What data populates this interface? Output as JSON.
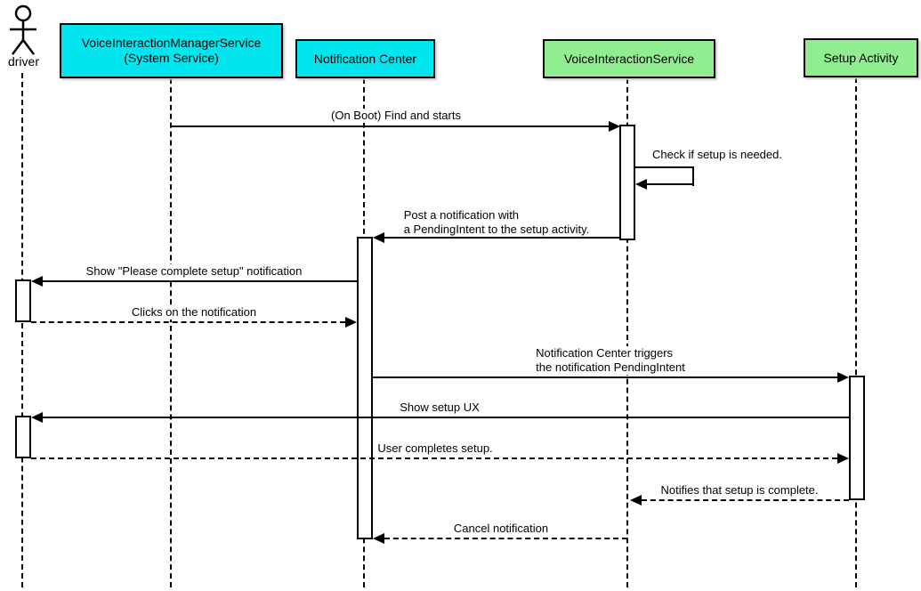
{
  "diagram_type": "uml-sequence",
  "colors": {
    "participant_cyan": "#00e5ee",
    "participant_green": "#90ee90",
    "line": "#000000",
    "background": "#ffffff"
  },
  "actor": {
    "label": "driver"
  },
  "participants": [
    {
      "line1": "VoiceInteractionManagerService",
      "line2": "(System Service)",
      "fill": "cyan"
    },
    {
      "label": "Notification Center",
      "fill": "cyan"
    },
    {
      "label": "VoiceInteractionService",
      "fill": "green"
    },
    {
      "label": "Setup Activity",
      "fill": "green"
    }
  ],
  "messages": [
    {
      "label": "(On Boot) Find and starts",
      "from": "VoiceInteractionManagerService (System Service)",
      "to": "VoiceInteractionService",
      "style": "solid"
    },
    {
      "label": "Check if setup is needed.",
      "from": "VoiceInteractionService",
      "to": "VoiceInteractionService",
      "style": "solid",
      "self_message": true
    },
    {
      "line1": "Post a notification with",
      "line2": "a PendingIntent to the setup activity.",
      "from": "VoiceInteractionService",
      "to": "Notification Center",
      "style": "solid"
    },
    {
      "label": "Show \"Please complete setup\" notification",
      "from": "Notification Center",
      "to": "driver",
      "style": "solid"
    },
    {
      "label": "Clicks on the notification",
      "from": "driver",
      "to": "Notification Center",
      "style": "dashed"
    },
    {
      "line1": "Notification Center triggers",
      "line2": "the notification PendingIntent",
      "from": "Notification Center",
      "to": "Setup Activity",
      "style": "solid"
    },
    {
      "label": "Show setup UX",
      "from": "Setup Activity",
      "to": "driver",
      "style": "solid"
    },
    {
      "label": "User completes setup.",
      "from": "driver",
      "to": "Setup Activity",
      "style": "dashed"
    },
    {
      "label": "Notifies that setup is complete.",
      "from": "Setup Activity",
      "to": "VoiceInteractionService",
      "style": "dashed"
    },
    {
      "label": "Cancel notification",
      "from": "VoiceInteractionService",
      "to": "Notification Center",
      "style": "dashed"
    }
  ]
}
